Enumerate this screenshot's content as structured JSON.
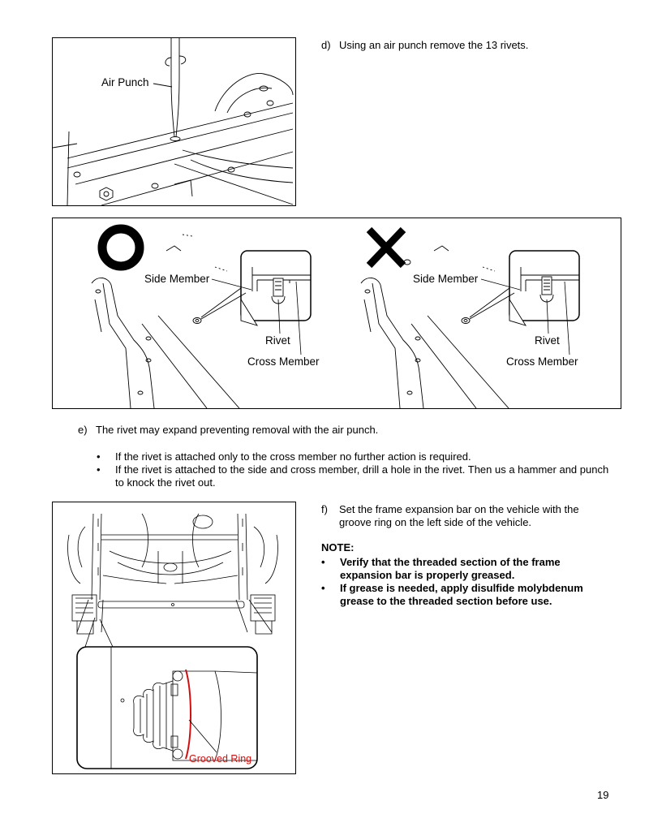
{
  "step_d": {
    "letter": "d)",
    "text": "Using an air punch remove the 13 rivets.",
    "figure_label": "Air Punch"
  },
  "rivet_figure": {
    "correct": {
      "symbol": "correct-circle",
      "side_member": "Side Member",
      "rivet": "Rivet",
      "cross_member": "Cross Member"
    },
    "incorrect": {
      "symbol": "incorrect-cross",
      "side_member": "Side Member",
      "rivet": "Rivet",
      "cross_member": "Cross Member"
    }
  },
  "step_e": {
    "letter": "e)",
    "text": "The rivet may expand preventing removal with the air punch.",
    "bullets": [
      "If the rivet is attached only to the cross member no further action is required.",
      "If the rivet is attached to the side and cross member, drill a hole in the rivet.  Then us a hammer and punch to knock the rivet out."
    ]
  },
  "step_f": {
    "letter": "f)",
    "text": "Set the frame expansion bar on the vehicle with the groove ring on the left side of the vehicle.",
    "note_heading": "NOTE:",
    "notes": [
      "Verify that the threaded section of the frame expansion bar is properly greased.",
      "If grease is needed, apply disulfide molybdenum grease to the threaded section before use."
    ],
    "figure_label": "Grooved Ring"
  },
  "bullet_glyph": "•",
  "page_number": "19",
  "colors": {
    "highlight_red": "#d01010",
    "line": "#000000"
  }
}
